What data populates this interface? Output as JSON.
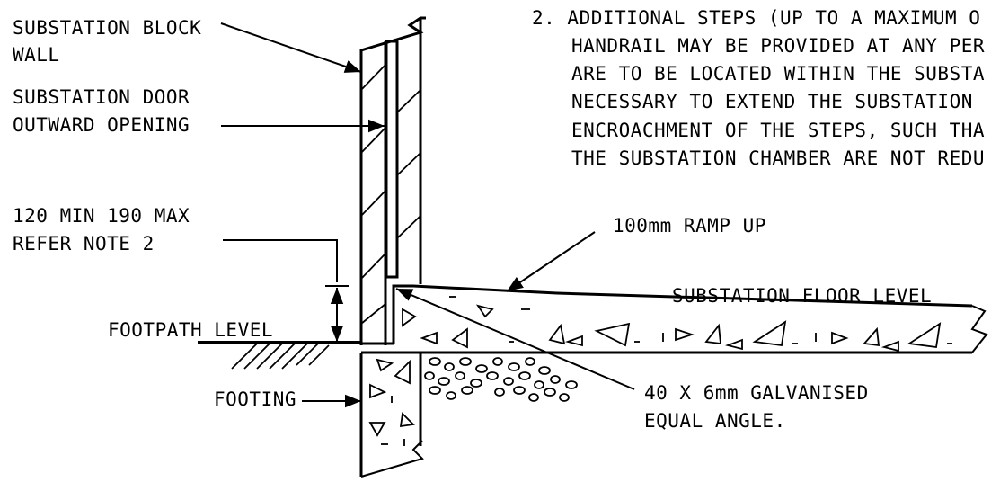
{
  "labels": {
    "block_wall_1": "SUBSTATION BLOCK",
    "block_wall_2": "WALL",
    "door_1": "SUBSTATION DOOR",
    "door_2": "OUTWARD OPENING",
    "dim_1": "120 MIN 190 MAX",
    "dim_2": "REFER NOTE 2",
    "footpath": "FOOTPATH LEVEL",
    "footing": "FOOTING",
    "ramp": "100mm RAMP UP",
    "floor": "SUBSTATION FLOOR LEVEL",
    "angle_1": "40 X 6mm GALVANISED",
    "angle_2": "EQUAL ANGLE."
  },
  "note": {
    "lines": [
      "2. ADDITIONAL STEPS (UP TO A MAXIMUM O",
      "HANDRAIL MAY BE PROVIDED AT ANY PER",
      "ARE TO BE LOCATED WITHIN THE SUBSTA",
      "NECESSARY TO EXTEND THE SUBSTATION",
      "ENCROACHMENT OF THE STEPS, SUCH THA",
      "THE SUBSTATION CHAMBER ARE NOT REDU"
    ]
  }
}
